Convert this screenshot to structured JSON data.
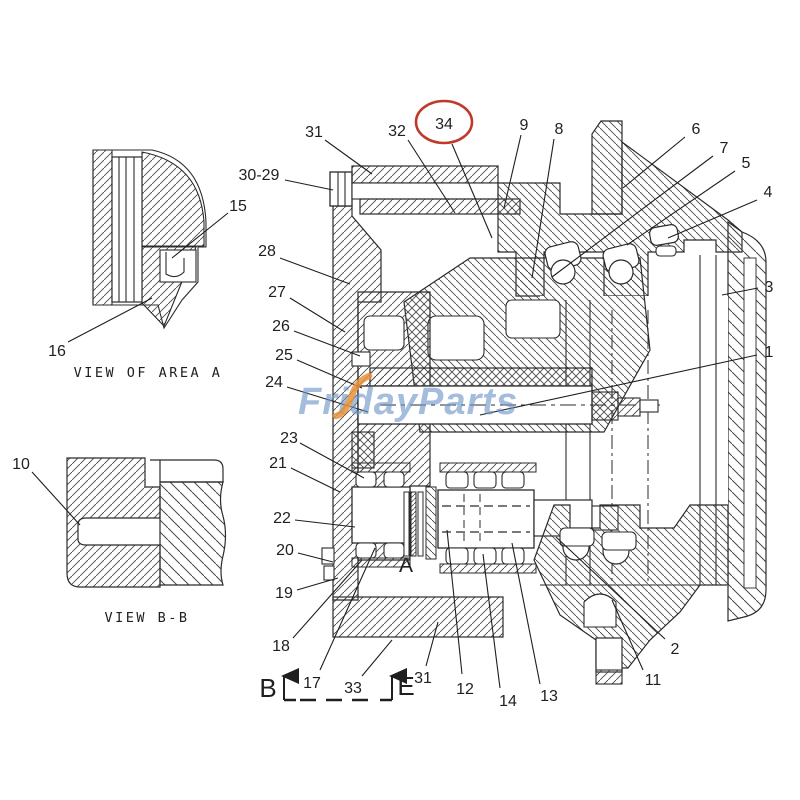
{
  "figure": {
    "type": "mechanical-cross-section-parts-diagram",
    "watermark": {
      "text": "FridayParts",
      "text_color": "#6e96c8",
      "check_color": "#e8923a"
    },
    "highlight": {
      "circled_part": "34",
      "shape": "ellipse",
      "color": "#c0392b"
    },
    "views": {
      "area_a": {
        "caption": "VIEW OF AREA A"
      },
      "b_b": {
        "caption": "VIEW B-B"
      }
    },
    "callouts": {
      "c1": "1",
      "c2": "2",
      "c3": "3",
      "c4": "4",
      "c5": "5",
      "c6": "6",
      "c7": "7",
      "c8": "8",
      "c9": "9",
      "c10": "10",
      "c11": "11",
      "c12": "12",
      "c13": "13",
      "c14": "14",
      "c15": "15",
      "c16": "16",
      "c17": "17",
      "c18": "18",
      "c19": "19",
      "c20": "20",
      "c21": "21",
      "c22": "22",
      "c23": "23",
      "c24": "24",
      "c25": "25",
      "c26": "26",
      "c27": "27",
      "c28": "28",
      "c30_29": "30-29",
      "c31": "31",
      "c31b": "31",
      "c32": "32",
      "c33": "33",
      "c34": "34"
    },
    "section_letters": {
      "a": "A",
      "b": "B",
      "e": "E"
    }
  }
}
